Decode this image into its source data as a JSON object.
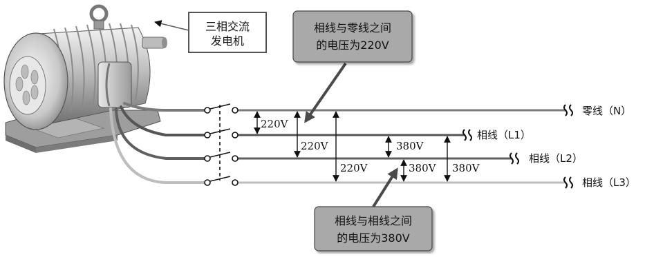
{
  "generator_label": [
    "三相交流",
    "发电机"
  ],
  "callout_top": [
    "相线与零线之间",
    "的电压为220V"
  ],
  "callout_bottom": [
    "相线与相线之间",
    "的电压为380V"
  ],
  "lines": {
    "neutral": "零线（N）",
    "l1": "相线（L1）",
    "l2": "相线（L2）",
    "l3": "相线（L3）"
  },
  "voltages": {
    "n_l1": "220V",
    "n_l2": "220V",
    "n_l3": "220V",
    "l1_l2": "380V",
    "l2_l3": "380V",
    "l1_l3": "380V"
  },
  "colors": {
    "neutral_wire": "#7a7a7a",
    "l1_wire": "#555555",
    "l2_wire": "#5f5f5f",
    "l3_wire": "#bdbdbd",
    "callout_fill": "#a9a9a9"
  }
}
